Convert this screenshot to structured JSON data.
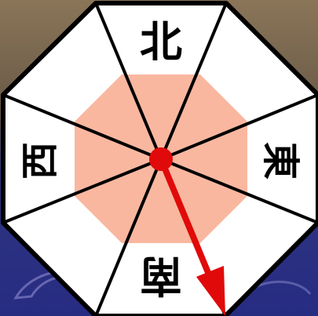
{
  "compass": {
    "north_label": "北",
    "east_label": "東",
    "south_label": "南",
    "west_label": "西"
  },
  "pointer": {
    "color": "#e10a0a",
    "pivot_color": "#e10a0a",
    "direction": "south-southeast"
  },
  "colors": {
    "octagon_fill": "#ffffff",
    "inner_octagon_fill": "#f9b7a0",
    "outline": "#000000",
    "background_top": "#7a6548",
    "background_bottom": "#2a2f86"
  }
}
